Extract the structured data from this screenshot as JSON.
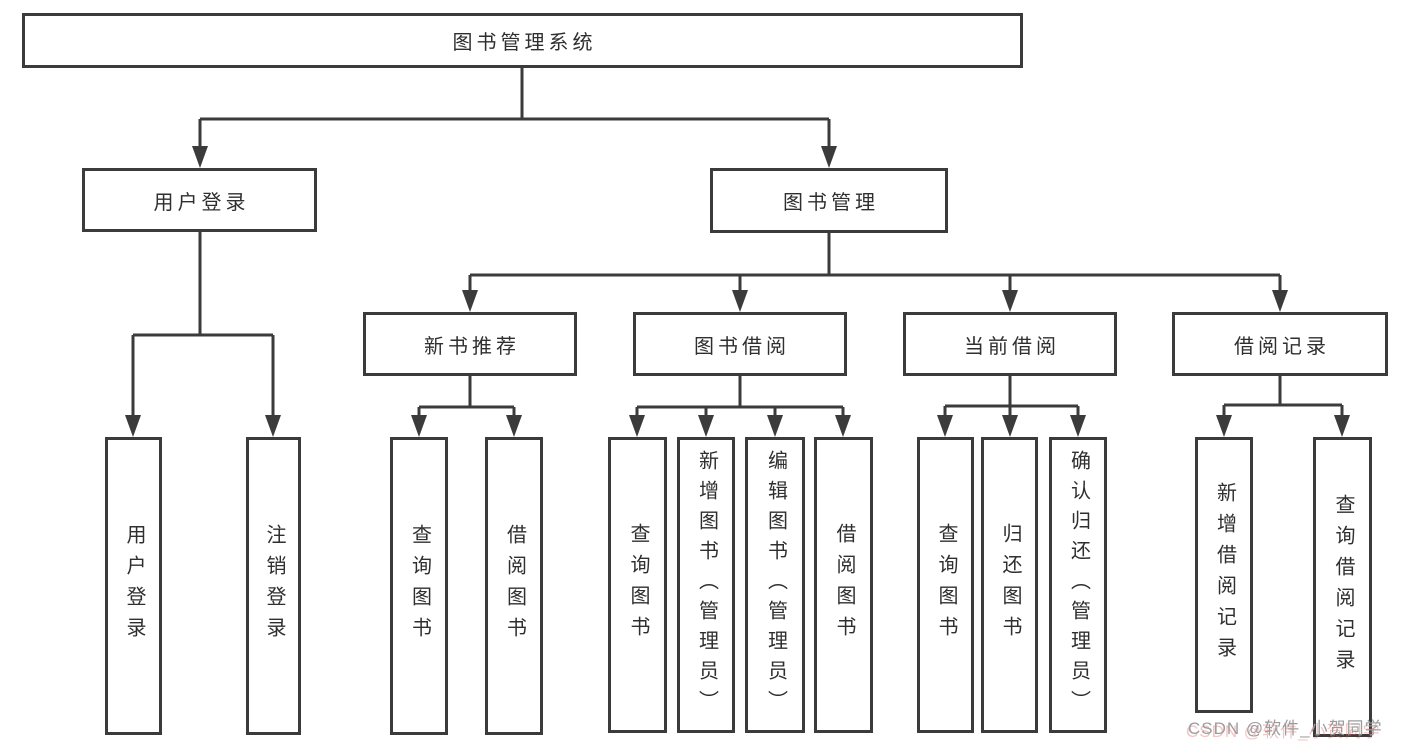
{
  "diagram": {
    "root": {
      "label": "图书管理系统"
    },
    "branches": [
      {
        "label": "用户登录",
        "children": [
          {
            "label": "用户登录"
          },
          {
            "label": "注销登录"
          }
        ]
      },
      {
        "label": "图书管理",
        "children": [
          {
            "label": "新书推荐",
            "children": [
              {
                "label": "查询图书"
              },
              {
                "label": "借阅图书"
              }
            ]
          },
          {
            "label": "图书借阅",
            "children": [
              {
                "label": "查询图书"
              },
              {
                "label": "新增图书（管理员）"
              },
              {
                "label": "编辑图书（管理员）"
              },
              {
                "label": "借阅图书"
              }
            ]
          },
          {
            "label": "当前借阅",
            "children": [
              {
                "label": "查询图书"
              },
              {
                "label": "归还图书"
              },
              {
                "label": "确认归还（管理员）"
              }
            ]
          },
          {
            "label": "借阅记录",
            "children": [
              {
                "label": "新增借阅记录"
              },
              {
                "label": "查询借阅记录"
              }
            ]
          }
        ]
      }
    ]
  },
  "watermark": {
    "text": "CSDN @软件_小贺同学"
  },
  "colors": {
    "line": "#3b3b3b",
    "text": "#2f2f2f",
    "watermark": "#9c9c9c",
    "background": "#ffffff"
  }
}
